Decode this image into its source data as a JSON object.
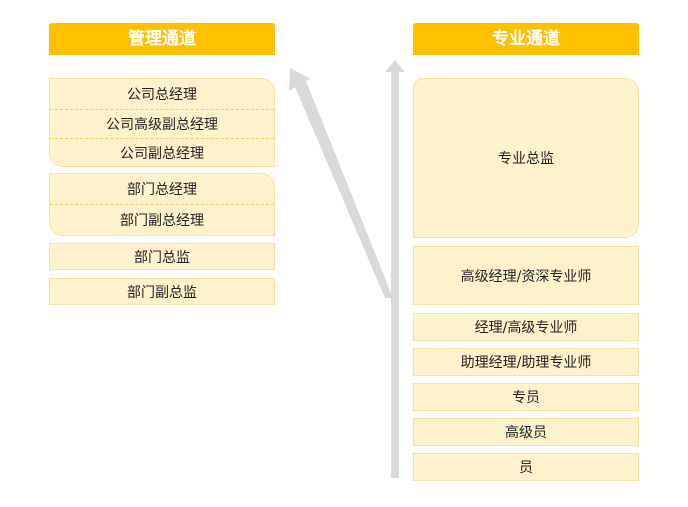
{
  "management": {
    "title": "管理通道",
    "group1": [
      "公司总经理",
      "公司高级副总经理",
      "公司副总经理"
    ],
    "group2": [
      "部门总经理",
      "部门副总经理"
    ],
    "single1": "部门总监",
    "single2": "部门副总监"
  },
  "professional": {
    "title": "专业通道",
    "levels": [
      "专业总监",
      "高级经理/资深专业师",
      "经理/高级专业师",
      "助理经理/助理专业师",
      "专员",
      "高级员",
      "员"
    ]
  },
  "colors": {
    "header": "#FFC000",
    "box_fill": "#FFF2CC",
    "box_border": "#F8DFA0",
    "arrow": "#D9D9D9"
  }
}
